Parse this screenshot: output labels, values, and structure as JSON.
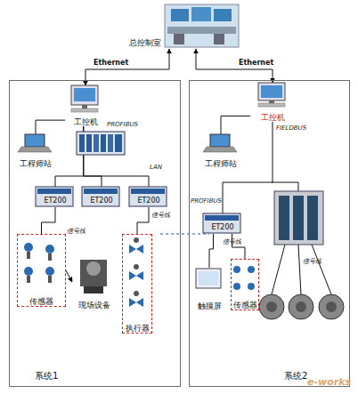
{
  "diagram": {
    "nodes": [
      {
        "text": [
          "总控制室"
        ]
      },
      {
        "text": [
          "系统1"
        ]
      },
      {
        "text": [
          "工控机"
        ],
        "in": 1
      },
      {
        "text": [
          "工程师站"
        ],
        "in": 1
      },
      {
        "text": [
          "ET200"
        ],
        "in": 1
      },
      {
        "text": [
          "ET200"
        ],
        "in": 1
      },
      {
        "text": [
          "ET200"
        ],
        "in": 1
      },
      {
        "text": [
          "传感器"
        ],
        "in": 1
      },
      {
        "text": [
          "现场设备"
        ],
        "in": 1
      },
      {
        "text": [
          "执行器"
        ],
        "in": 1
      },
      {
        "text": [
          "系统2"
        ]
      },
      {
        "text": [
          "工控机"
        ],
        "in": 10
      },
      {
        "text": [
          "工程师站"
        ],
        "in": 10
      },
      {
        "text": [
          "ET200"
        ],
        "in": 10
      },
      {
        "text": [
          "触摸屏"
        ],
        "in": 10
      },
      {
        "text": [
          "传感器"
        ],
        "in": 10
      }
    ],
    "edges": [
      {
        "from": 0,
        "to": 2,
        "arrow": "both",
        "label": "Ethernet"
      },
      {
        "from": 0,
        "to": 11,
        "arrow": "both",
        "label": "Ethernet"
      },
      {
        "from": 2,
        "to": 3,
        "arrow": "none"
      },
      {
        "from": 2,
        "to": 4,
        "arrow": "none"
      },
      {
        "from": 2,
        "to": 5,
        "arrow": "none"
      },
      {
        "from": 2,
        "to": 6,
        "arrow": "none"
      },
      {
        "from": 4,
        "to": 7,
        "arrow": "none"
      },
      {
        "from": 7,
        "to": 8,
        "arrow": "to"
      },
      {
        "from": 6,
        "to": 9,
        "arrow": "none"
      },
      {
        "from": 11,
        "to": 12,
        "arrow": "none"
      },
      {
        "from": 11,
        "to": 13,
        "arrow": "none"
      },
      {
        "from": 13,
        "to": 14,
        "arrow": "none"
      },
      {
        "from": 13,
        "to": 15,
        "arrow": "none"
      }
    ],
    "labels": [
      "PROFIBUS",
      "LAN",
      "信号线",
      "信号线",
      "FIELDBUS",
      "PROFIBUS",
      "信号线",
      "信号线",
      "e-works"
    ]
  }
}
